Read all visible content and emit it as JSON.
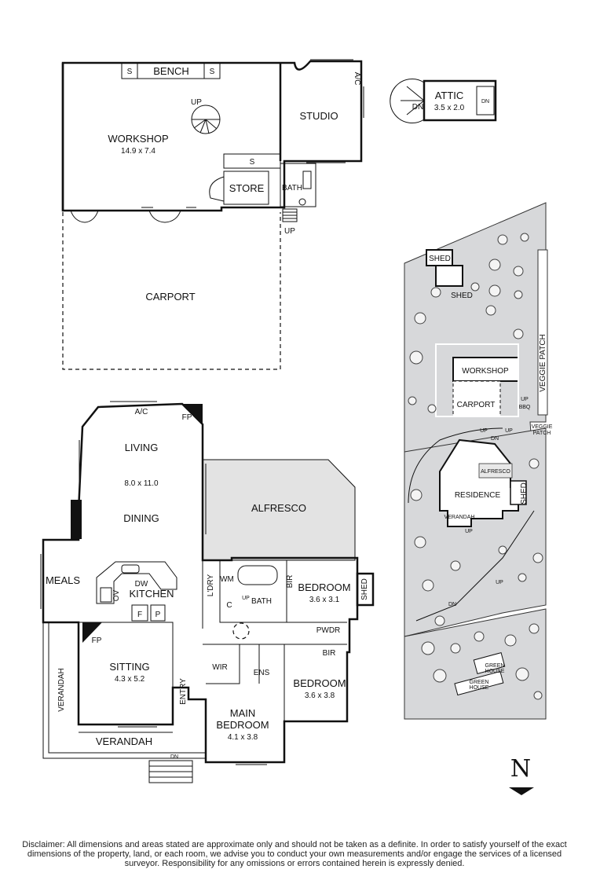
{
  "outbuilding": {
    "workshop": "WORKSHOP",
    "workshop_dim": "14.9 x 7.4",
    "bench": "BENCH",
    "shelf": "S",
    "up": "UP",
    "studio": "STUDIO",
    "ac": "A/C",
    "store": "STORE",
    "bath": "BATH",
    "carport": "CARPORT",
    "attic": "ATTIC",
    "attic_dim": "3.5 x 2.0",
    "dn": "DN"
  },
  "residence": {
    "ac": "A/C",
    "fp": "FP",
    "living": "LIVING",
    "living_dim": "8.0 x 11.0",
    "dining": "DINING",
    "alfresco": "ALFRESCO",
    "meals": "MEALS",
    "dw": "DW",
    "kitchen": "KITCHEN",
    "ov": "OV",
    "f": "F",
    "p": "P",
    "ldry": "L'DRY",
    "wm": "WM",
    "c": "C",
    "up": "UP",
    "bath": "BATH",
    "bir": "BIR",
    "bedroom": "BEDROOM",
    "bedroom1_dim": "3.6 x 3.1",
    "shed": "SHED",
    "pwdr": "PWDR",
    "sitting": "SITTING",
    "sitting_dim": "4.3 x 5.2",
    "wir": "WIR",
    "ens": "ENS",
    "bedroom2_dim": "3.6 x 3.8",
    "entry": "ENTRY",
    "main_bedroom_1": "MAIN",
    "main_bedroom_2": "BEDROOM",
    "main_bedroom_dim": "4.1 x 3.8",
    "verandah": "VERANDAH",
    "dn": "DN"
  },
  "site": {
    "shed": "SHED",
    "workshop": "WORKSHOP",
    "carport": "CARPORT",
    "veggie_patch": "VEGGIE PATCH",
    "veggie_patch_small_1": "VEGGIE",
    "veggie_patch_small_2": "PATCH",
    "bbq": "BBQ",
    "up": "UP",
    "dn": "DN",
    "alfresco": "ALFRESCO",
    "residence": "RESIDENCE",
    "verandah": "VERANDAH",
    "green_house_1": "GREEN",
    "green_house_2": "HOUSE"
  },
  "compass": {
    "label": "N"
  },
  "disclaimer": "Disclaimer: All dimensions and areas stated are approximate only and should not be taken as a definite. In order to satisfy yourself of the exact dimensions of the property, land, or each room, we advise you to conduct your own measurements and/or engage the services of a licensed surveyor. Responsibility for any omissions or errors contained herein is expressly denied."
}
